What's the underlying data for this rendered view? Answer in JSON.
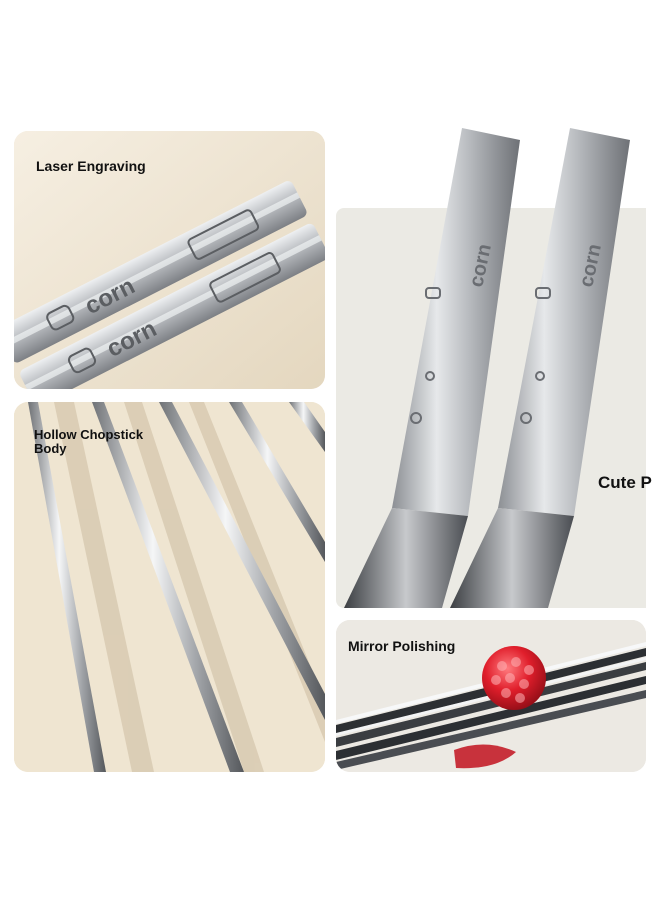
{
  "labels": {
    "laser": "Laser Engraving",
    "hollow": "Hollow Chopstick\nBody",
    "cute": "Cute P",
    "mirror": "Mirror Polishing"
  },
  "engraving": {
    "brand": "corn"
  },
  "colors": {
    "cream_bg": "#f1e8d6",
    "steel": "#c9cbcd",
    "raspberry": "#d81e2a"
  }
}
